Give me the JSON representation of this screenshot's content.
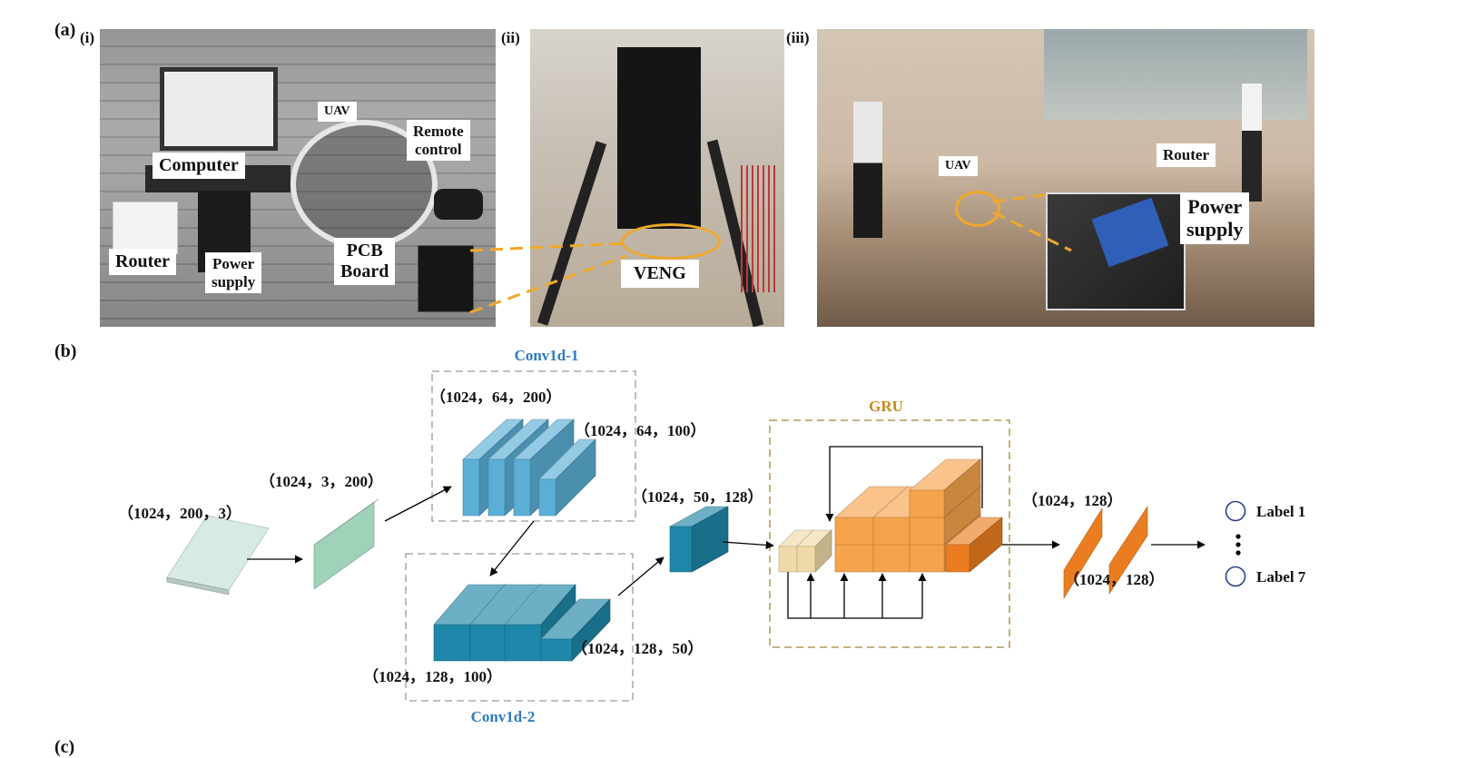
{
  "panel_a": {
    "label": "(a)",
    "sub_i": {
      "label": "(i)",
      "callouts": {
        "uav": "UAV",
        "remote_control": "Remote\ncontrol",
        "computer": "Computer",
        "router": "Router",
        "power_supply": "Power\nsupply",
        "pcb_board": "PCB\nBoard"
      }
    },
    "sub_ii": {
      "label": "(ii)",
      "callouts": {
        "veng": "VENG"
      }
    },
    "sub_iii": {
      "label": "(iii)",
      "callouts": {
        "uav": "UAV",
        "router": "Router",
        "power_supply": "Power\nsupply"
      }
    }
  },
  "panel_b": {
    "label": "(b)",
    "groups": {
      "conv1": "Conv1d-1",
      "conv2": "Conv1d-2",
      "gru": "GRU"
    },
    "shapes": {
      "input": "（1024，200，3）",
      "transpose": "（1024，3，200）",
      "conv1_a": "（1024，64，200）",
      "conv1_b": "（1024，64，100）",
      "conv2_a": "（1024，128，100）",
      "conv2_b": "（1024，128，50）",
      "reshape": "（1024，50，128）",
      "gru_out_a": "（1024，128）",
      "gru_out_b": "（1024，128）"
    },
    "outputs": {
      "first": "Label 1",
      "last": "Label 7"
    },
    "colors": {
      "input": "#d6ece3",
      "transpose": "#9fd2b8",
      "conv1": "#5baed6",
      "conv2": "#1e86a8",
      "gru_light": "#f0d9a8",
      "gru": "#f5a34c",
      "gru_out": "#ea7d1f",
      "conv_border": "#9a9a9a",
      "gru_border": "#a08830",
      "conv_title": "#2f7bbd",
      "gru_title": "#c8871a"
    }
  },
  "panel_c": {
    "label": "(c)"
  }
}
